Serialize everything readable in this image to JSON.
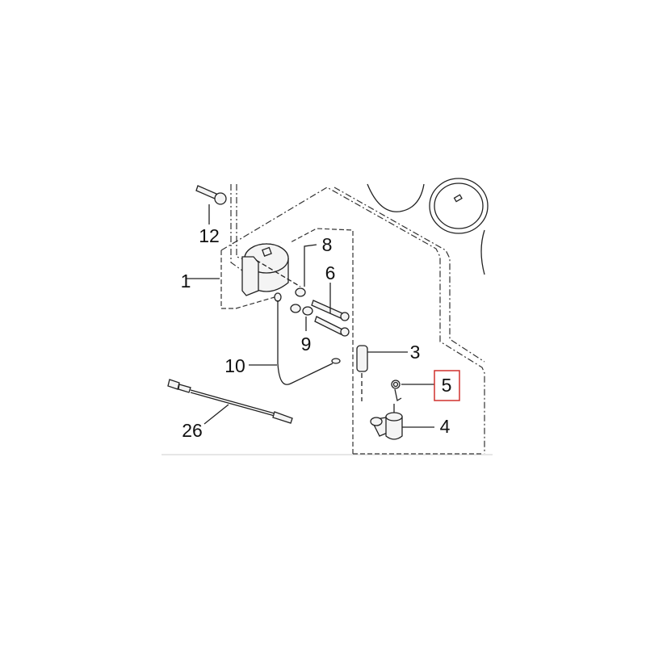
{
  "diagram": {
    "callouts": {
      "c12": "12",
      "c1": "1",
      "c8": "8",
      "c6": "6",
      "c9": "9",
      "c10": "10",
      "c3": "3",
      "c5": "5",
      "c4": "4",
      "c26": "26"
    },
    "highlighted_callout": "5",
    "highlight_color": "#d0312d"
  }
}
